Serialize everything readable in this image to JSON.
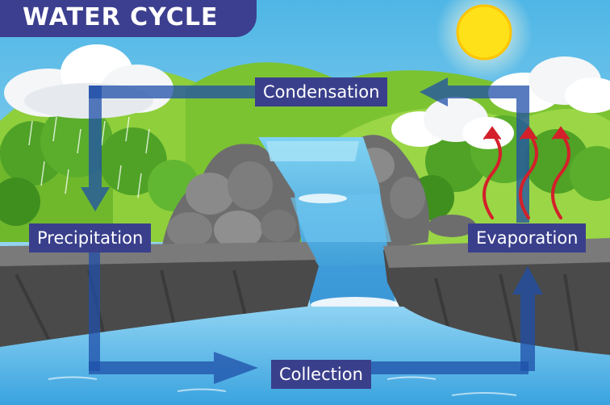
{
  "title": "WATER CYCLE",
  "stages": {
    "condensation": "Condensation",
    "precipitation": "Precipitation",
    "evaporation": "Evaporation",
    "collection": "Collection"
  },
  "colors": {
    "label_bg": "#3a3f8c",
    "title_bg": "#3c3f8f",
    "arrow": "#1f4fa8",
    "evaporation_arrows": "#d3202a",
    "sun": "#ffe11a",
    "water": "#5ab4e8"
  }
}
